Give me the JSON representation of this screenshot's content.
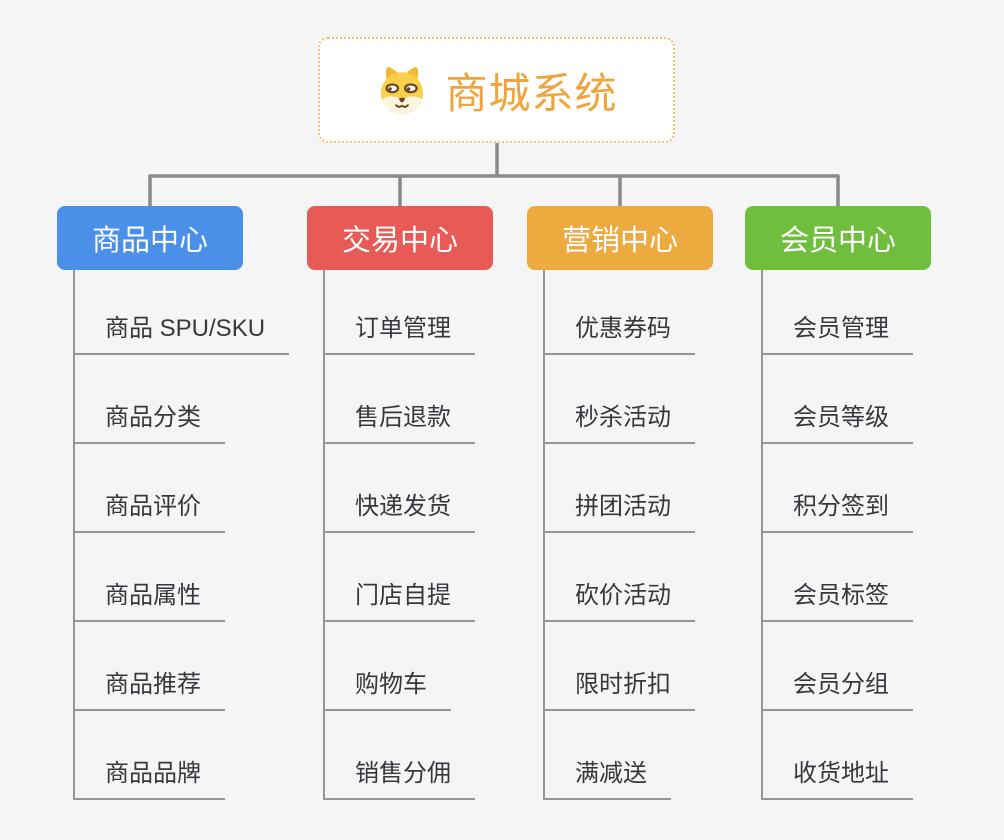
{
  "page": {
    "background": "#f5f5f5"
  },
  "connectors": {
    "color": "#8a8a8a",
    "leaf_line_color": "#969696"
  },
  "leaf_text_color": "#35393e",
  "root": {
    "title": "商城系统",
    "icon": "dog-face-icon",
    "text_color": "#efa53d",
    "border_color": "#f5bf6b",
    "background": "#ffffff"
  },
  "branches": [
    {
      "label": "商品中心",
      "color": "#4a90e8",
      "children": [
        "商品 SPU/SKU",
        "商品分类",
        "商品评价",
        "商品属性",
        "商品推荐",
        "商品品牌"
      ]
    },
    {
      "label": "交易中心",
      "color": "#e75a55",
      "children": [
        "订单管理",
        "售后退款",
        "快递发货",
        "门店自提",
        "购物车",
        "销售分佣"
      ]
    },
    {
      "label": "营销中心",
      "color": "#edaa3f",
      "children": [
        "优惠券码",
        "秒杀活动",
        "拼团活动",
        "砍价活动",
        "限时折扣",
        "满减送"
      ]
    },
    {
      "label": "会员中心",
      "color": "#70be3e",
      "children": [
        "会员管理",
        "会员等级",
        "积分签到",
        "会员标签",
        "会员分组",
        "收货地址"
      ]
    }
  ]
}
